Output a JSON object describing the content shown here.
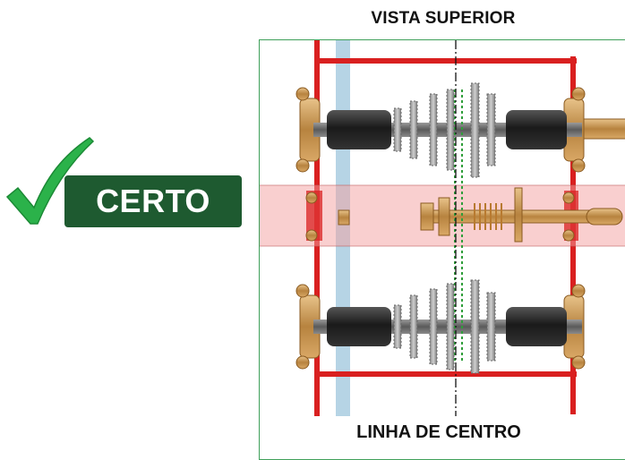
{
  "labels": {
    "title": "VISTA SUPERIOR",
    "caption": "LINHA DE CENTRO",
    "badge": "CERTO"
  },
  "icons": {
    "check": "checkmark-icon"
  },
  "colors": {
    "frame_red": "#d92020",
    "badge_green": "#1e5a30",
    "check_green": "#2bb24a",
    "centerline_green": "#2f9e3a",
    "highlight_band": "#f4a0a0"
  }
}
